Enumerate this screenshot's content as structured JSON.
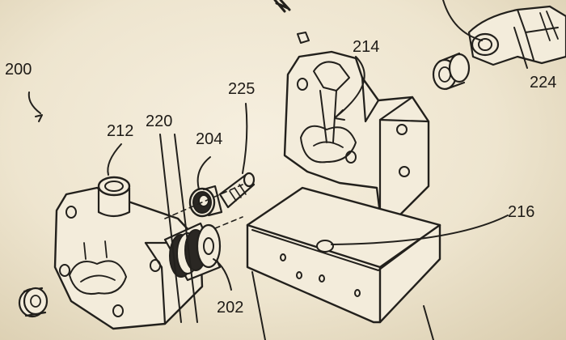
{
  "figure": {
    "assembly_label": "200",
    "references": [
      {
        "id": "ref-212",
        "text": "212"
      },
      {
        "id": "ref-220",
        "text": "220"
      },
      {
        "id": "ref-204",
        "text": "204"
      },
      {
        "id": "ref-225",
        "text": "225"
      },
      {
        "id": "ref-214",
        "text": "214"
      },
      {
        "id": "ref-224",
        "text": "224"
      },
      {
        "id": "ref-216",
        "text": "216"
      },
      {
        "id": "ref-202",
        "text": "202"
      }
    ]
  },
  "colors": {
    "paper": "#efe6d2",
    "ink": "#22201c"
  }
}
